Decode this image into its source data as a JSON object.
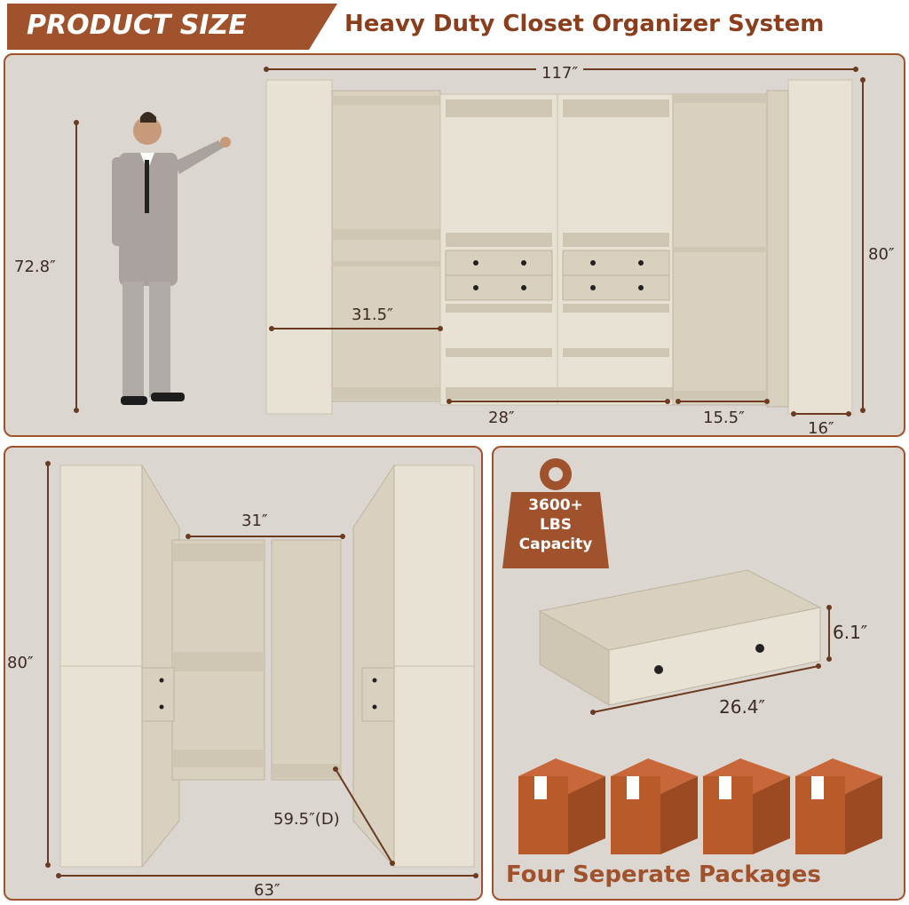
{
  "banner": {
    "label": "PRODUCT SIZE",
    "title": "Heavy Duty Closet Organizer System"
  },
  "top_panel": {
    "width": "117″",
    "person_height": "72.8″",
    "total_height": "80″",
    "shelf_width": "31.5″",
    "drawer_section_width": "28″",
    "open_section_width": "15.5″",
    "depth": "16″"
  },
  "bottom_left_panel": {
    "height": "80″",
    "inner_width": "31″",
    "depth": "59.5″(D)",
    "width": "63″"
  },
  "bottom_right_panel": {
    "capacity": {
      "line1": "3600+",
      "line2": "LBS",
      "line3": "Capacity"
    },
    "drawer_height": "6.1″",
    "drawer_width": "26.4″",
    "packages": "Four Seperate Packages"
  },
  "colors": {
    "accent": "#a0522d",
    "panel_bg": "#dcd6d1",
    "box": "#b85a2a",
    "wood": "#e7e2d3"
  }
}
